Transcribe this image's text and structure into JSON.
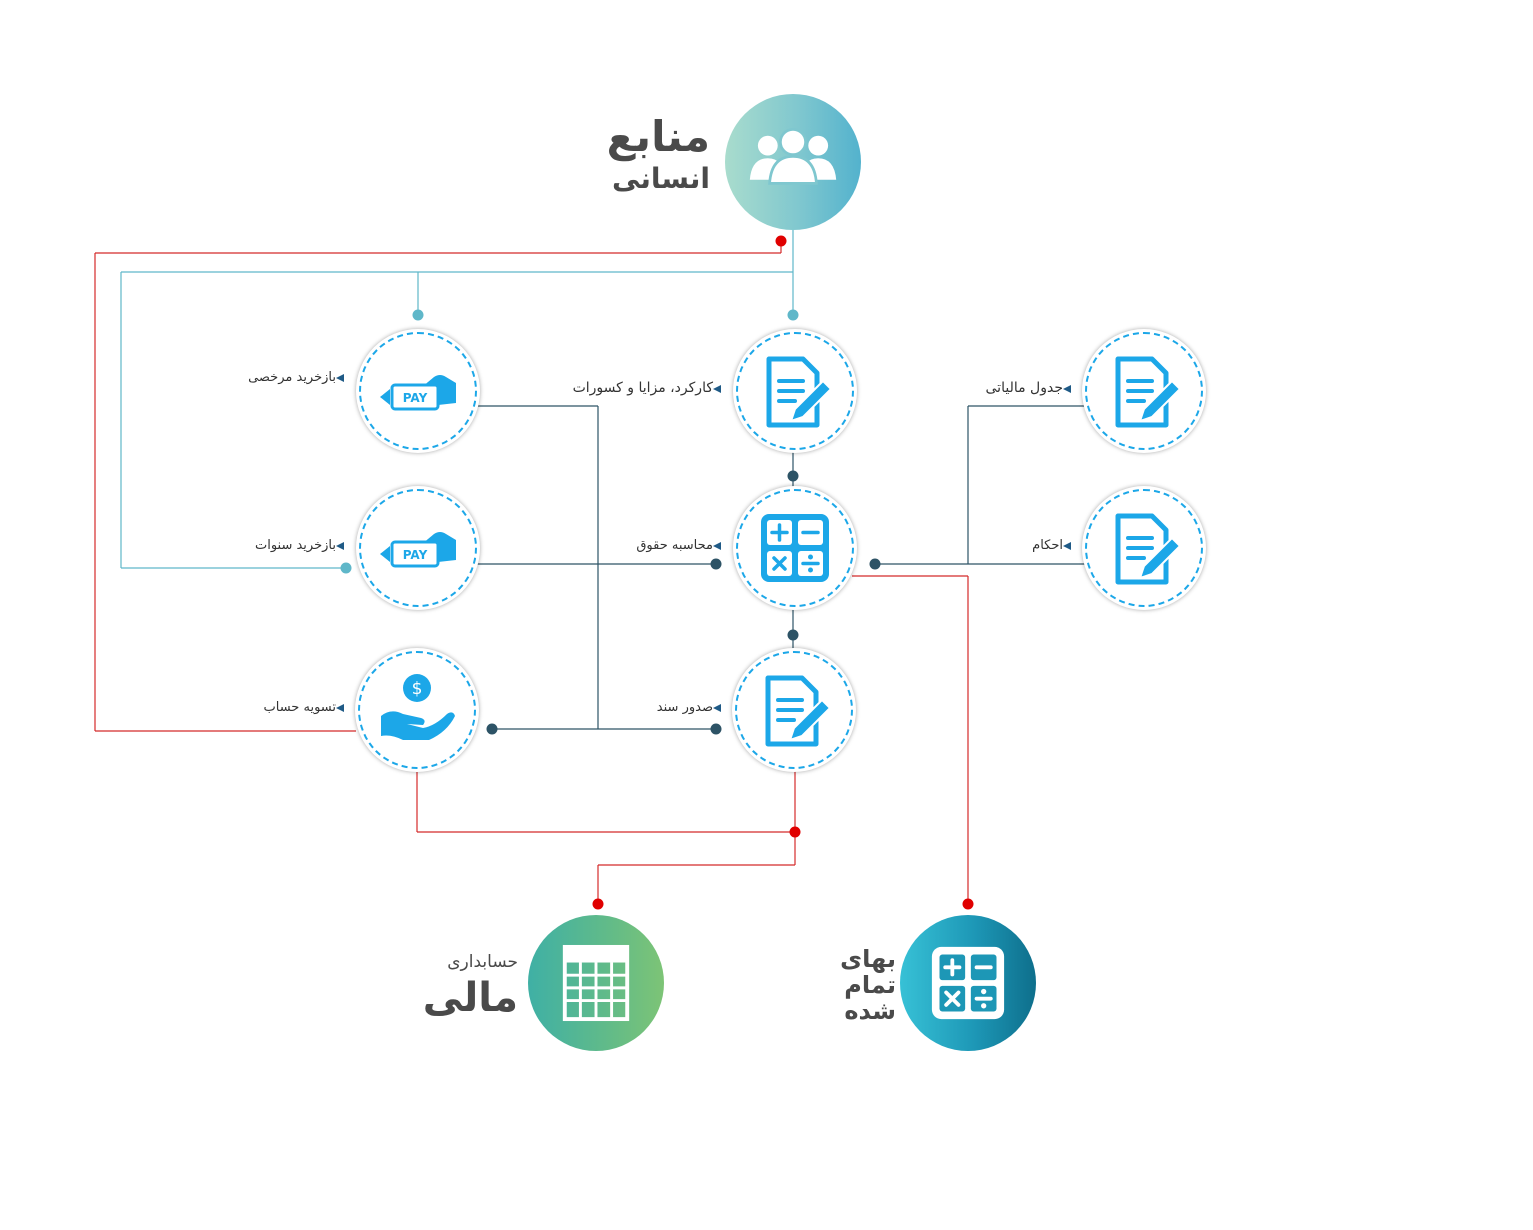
{
  "hr": {
    "line1": "منابع",
    "line2": "انسانی",
    "icon": "people-group-icon"
  },
  "finance": {
    "line1": "حسابداری",
    "line2": "مالی",
    "icon": "spreadsheet-icon"
  },
  "cost": {
    "line1": "بهای",
    "line2": "تمام",
    "line3": "شده",
    "icon": "calculator-icon"
  },
  "nodes": {
    "leave_buyback": {
      "label": "بازخرید مرخصی",
      "icon": "pay-card-hand-icon"
    },
    "years_buyback": {
      "label": "بازخرید سنوات",
      "icon": "pay-card-hand-icon"
    },
    "settlement": {
      "label": "تسویه حساب",
      "icon": "hand-dollar-icon"
    },
    "work_benefits": {
      "label": "کارکرد، مزایا و کسورات",
      "icon": "document-edit-icon"
    },
    "salary_calc": {
      "label": "محاسبه حقوق",
      "icon": "calculator-icon"
    },
    "voucher": {
      "label": "صدور سند",
      "icon": "document-edit-icon"
    },
    "tax_table": {
      "label": "جدول مالیاتی",
      "icon": "document-edit-icon"
    },
    "rulings": {
      "label": "احکام",
      "icon": "document-edit-icon"
    }
  },
  "colors": {
    "red_line": "#d42a2a",
    "teal_line": "#5fb7c9",
    "dark_line": "#2d5366",
    "icon_blue": "#1ca7e8",
    "dash": "#1ca7e8"
  }
}
